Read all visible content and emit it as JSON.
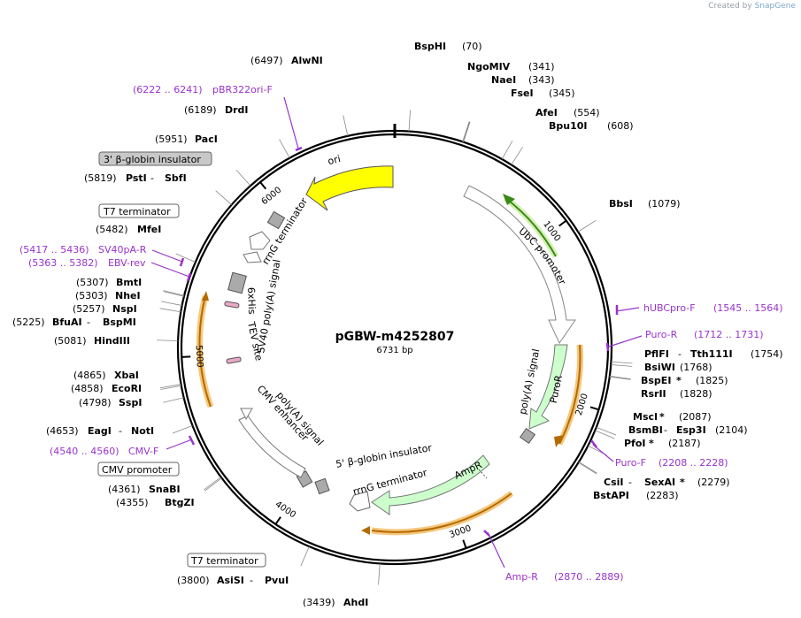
{
  "credit": {
    "prefix": "Created by",
    "brand": "SnapGene"
  },
  "plasmid": {
    "name": "pGBW-m4252807",
    "length_label": "6731 bp",
    "length": 6731
  },
  "ticks": [
    {
      "label": "1000",
      "pos": 1000
    },
    {
      "label": "2000",
      "pos": 2000
    },
    {
      "label": "3000",
      "pos": 3000
    },
    {
      "label": "4000",
      "pos": 4000
    },
    {
      "label": "5000",
      "pos": 5000
    },
    {
      "label": "6000",
      "pos": 6000
    }
  ],
  "sites": [
    {
      "name": "BspHI",
      "num": "(70)",
      "pos": 70,
      "side": "R"
    },
    {
      "name": "NgoMIV",
      "num": "(341)",
      "pos": 341,
      "side": "R"
    },
    {
      "name": "NaeI",
      "num": "(343)",
      "pos": 343,
      "side": "R"
    },
    {
      "name": "FseI",
      "num": "(345)",
      "pos": 345,
      "side": "R"
    },
    {
      "name": "AfeI",
      "num": "(554)",
      "pos": 554,
      "side": "R"
    },
    {
      "name": "Bpu10I",
      "num": "(608)",
      "pos": 608,
      "side": "R"
    },
    {
      "name": "BbsI",
      "num": "(1079)",
      "pos": 1079,
      "side": "R"
    },
    {
      "name": "PflFI",
      "sep": " - ",
      "name2": "Tth111I",
      "num": "(1754)",
      "pos": 1754,
      "side": "R"
    },
    {
      "name": "BsiWI",
      "num": "(1768)",
      "pos": 1768,
      "side": "R"
    },
    {
      "name": "BspEI",
      "star": " *",
      "num": "(1825)",
      "pos": 1825,
      "side": "R"
    },
    {
      "name": "RsrII",
      "num": "(1828)",
      "pos": 1828,
      "side": "R"
    },
    {
      "name": "MscI",
      "star": " *",
      "num": "(2087)",
      "pos": 2087,
      "side": "R"
    },
    {
      "name": "BsmBI",
      "sep": " - ",
      "name2": "Esp3I",
      "num": "(2104)",
      "pos": 2104,
      "side": "R"
    },
    {
      "name": "PfoI",
      "star": " *",
      "num": "(2187)",
      "pos": 2187,
      "side": "R"
    },
    {
      "name": "CsiI",
      "sep": " - ",
      "name2": "SexAI",
      "star": " *",
      "num": "(2279)",
      "pos": 2279,
      "side": "R"
    },
    {
      "name": "BstAPI",
      "num": "(2283)",
      "pos": 2283,
      "side": "R"
    },
    {
      "name": "AhdI",
      "num": "(3439)",
      "pos": 3439,
      "side": "L"
    },
    {
      "name": "AsiSI",
      "sep": " - ",
      "name2": "PvuI",
      "num": "(3800)",
      "pos": 3800,
      "side": "L"
    },
    {
      "name": "BtgZI",
      "num": "(4355)",
      "pos": 4355,
      "side": "L"
    },
    {
      "name": "SnaBI",
      "num": "(4361)",
      "pos": 4361,
      "side": "L"
    },
    {
      "name": "EagI",
      "sep": " - ",
      "name2": "NotI",
      "num": "(4653)",
      "pos": 4653,
      "side": "L"
    },
    {
      "name": "SspI",
      "num": "(4798)",
      "pos": 4798,
      "side": "L"
    },
    {
      "name": "EcoRI",
      "num": "(4858)",
      "pos": 4858,
      "side": "L"
    },
    {
      "name": "XbaI",
      "num": "(4865)",
      "pos": 4865,
      "side": "L"
    },
    {
      "name": "HindIII",
      "num": "(5081)",
      "pos": 5081,
      "side": "L"
    },
    {
      "name": "BfuAI",
      "sep": " - ",
      "name2": "BspMI",
      "num": "(5225)",
      "pos": 5225,
      "side": "L"
    },
    {
      "name": "NspI",
      "num": "(5257)",
      "pos": 5257,
      "side": "L"
    },
    {
      "name": "NheI",
      "num": "(5303)",
      "pos": 5303,
      "side": "L"
    },
    {
      "name": "BmtI",
      "num": "(5307)",
      "pos": 5307,
      "side": "L"
    },
    {
      "name": "MfeI",
      "num": "(5482)",
      "pos": 5482,
      "side": "L"
    },
    {
      "name": "PstI",
      "sep": " - ",
      "name2": "SbfI",
      "num": "(5819)",
      "pos": 5819,
      "side": "L"
    },
    {
      "name": "PacI",
      "num": "(5951)",
      "pos": 5951,
      "side": "L"
    },
    {
      "name": "DrdI",
      "num": "(6189)",
      "pos": 6189,
      "side": "L"
    },
    {
      "name": "AlwNI",
      "num": "(6497)",
      "pos": 6497,
      "side": "L"
    }
  ],
  "primers": [
    {
      "name": "hUBCpro-F",
      "range": "(1545 .. 1564)",
      "pos": 1555
    },
    {
      "name": "Puro-R",
      "range": "(1712 .. 1731)",
      "pos": 1721
    },
    {
      "name": "Puro-F",
      "range": "(2208 .. 2228)",
      "pos": 2218
    },
    {
      "name": "Amp-R",
      "range": "(2870 .. 2889)",
      "pos": 2880
    },
    {
      "name": "CMV-F",
      "range": "(4540 .. 4560)",
      "pos": 4550
    },
    {
      "name": "EBV-rev",
      "range": "(5363 .. 5382)",
      "pos": 5372
    },
    {
      "name": "SV40pA-R",
      "range": "(5417 .. 5436)",
      "pos": 5426
    },
    {
      "name": "pBR322ori-F",
      "range": "(6222 .. 6241)",
      "pos": 6231
    }
  ],
  "boxed_labels": [
    {
      "text": "3' β-globin insulator",
      "style": "gray"
    },
    {
      "text": "T7 terminator",
      "style": "white"
    },
    {
      "text": "CMV promoter",
      "style": "white"
    },
    {
      "text": "T7 terminator",
      "style": "white"
    }
  ],
  "features": [
    {
      "label": "ori",
      "color": "#ffff00"
    },
    {
      "label": "UbC promoter",
      "color": "#ffffff"
    },
    {
      "label": "PuroR",
      "color": "#ccffcc"
    },
    {
      "label": "poly(A) signal",
      "color": "#ffffff"
    },
    {
      "label": "AmpR",
      "color": "#ccffcc"
    },
    {
      "label": "5' β-globin insulator",
      "color": "#ffffff"
    },
    {
      "label": "rrnG terminator",
      "color": "#ffffff"
    },
    {
      "label": "CMV enhancer",
      "color": "#ffffff"
    },
    {
      "label": "poly(A) signal",
      "color": "#ffffff"
    },
    {
      "label": "TEV site",
      "color": "#ffffff"
    },
    {
      "label": "6xHis",
      "color": "#ffffff"
    },
    {
      "label": "SV40 poly(A) signal",
      "color": "#ffffff"
    },
    {
      "label": "rrnG terminator",
      "color": "#ffffff"
    }
  ],
  "colors": {
    "backbone": "#000000",
    "primer": "#9933cc",
    "orf_glow": "#f5c77e",
    "orf_arrow": "#b36b00",
    "green_arrow": "#3a8a1a"
  }
}
